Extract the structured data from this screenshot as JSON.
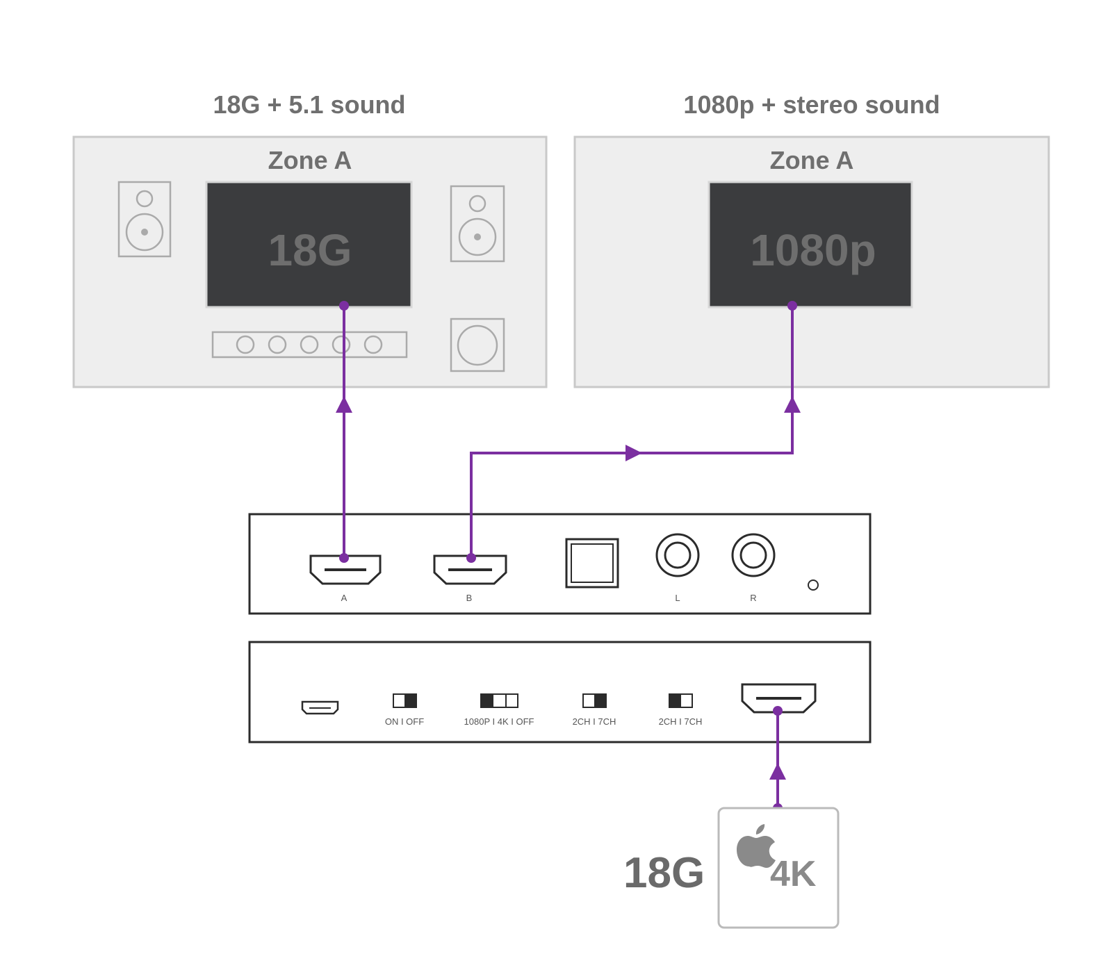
{
  "zones": [
    {
      "heading": "18G + 5.1 sound",
      "label": "Zone A",
      "screen_text": "18G"
    },
    {
      "heading": "1080p + stereo sound",
      "label": "Zone A",
      "screen_text": "1080p"
    }
  ],
  "output_panel": {
    "ports": [
      {
        "type": "hdmi",
        "label": "A"
      },
      {
        "type": "hdmi",
        "label": "B"
      },
      {
        "type": "optical",
        "label": ""
      },
      {
        "type": "rca",
        "label": "L"
      },
      {
        "type": "rca",
        "label": "R"
      },
      {
        "type": "led",
        "label": ""
      }
    ]
  },
  "input_panel": {
    "switches": [
      {
        "label": "ON I OFF"
      },
      {
        "label": "1080P I 4K I OFF"
      },
      {
        "label": "2CH I 7CH"
      },
      {
        "label": "2CH I 7CH"
      }
    ]
  },
  "source": {
    "label": "18G",
    "device_text": "4K",
    "logo": "apple-logo-icon"
  },
  "colors": {
    "cable": "#7b2fa0",
    "zone_fill": "#eeeeee",
    "zone_border": "#c9c9c9",
    "screen": "#3b3c3e"
  }
}
